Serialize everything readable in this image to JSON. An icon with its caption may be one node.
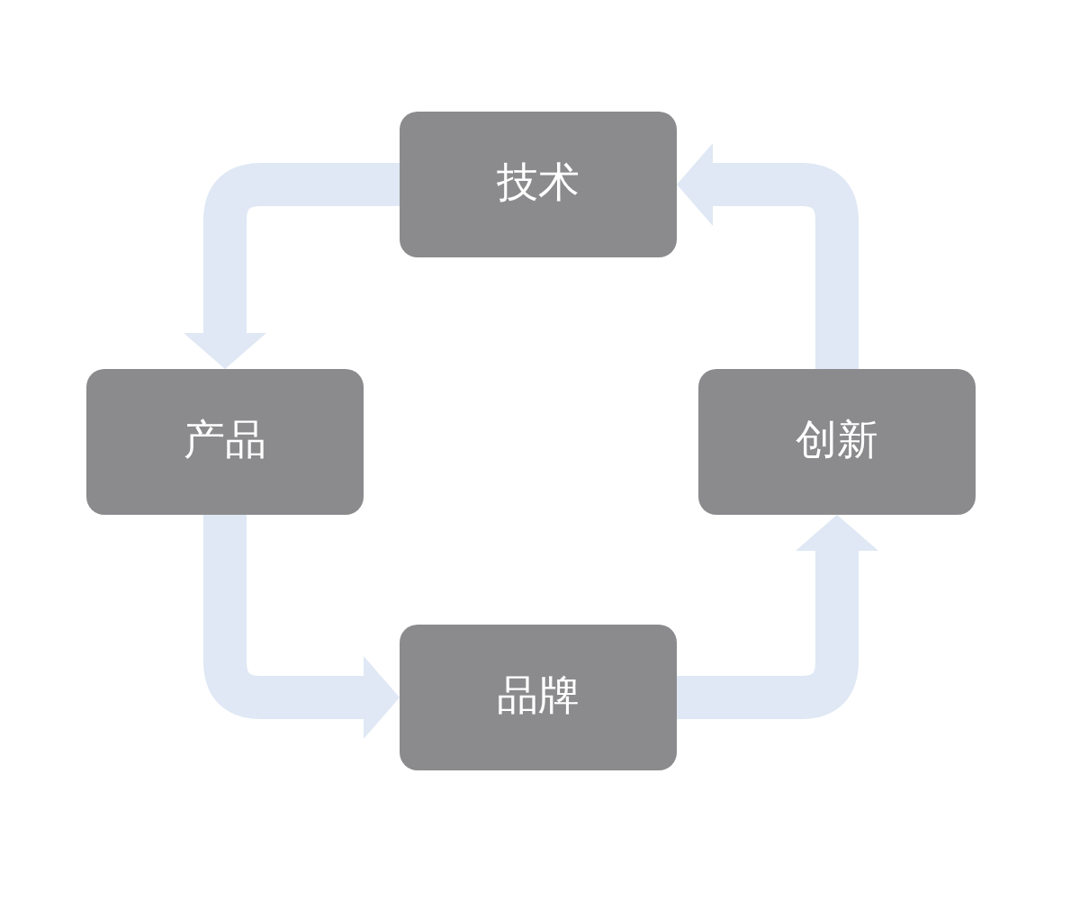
{
  "diagram": {
    "nodes": [
      {
        "text": [
          "技术"
        ]
      },
      {
        "text": [
          "产品"
        ]
      },
      {
        "text": [
          "创新"
        ]
      },
      {
        "text": [
          "品牌"
        ]
      }
    ],
    "edges": [
      {
        "from": 0,
        "to": 1,
        "arrow": "to"
      },
      {
        "from": 1,
        "to": 3,
        "arrow": "to"
      },
      {
        "from": 3,
        "to": 2,
        "arrow": "to"
      },
      {
        "from": 2,
        "to": 0,
        "arrow": "to"
      }
    ]
  }
}
